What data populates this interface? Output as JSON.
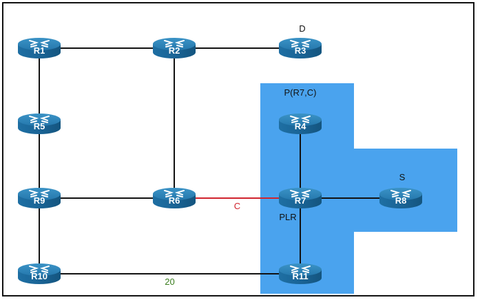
{
  "diagram": {
    "type": "network-topology",
    "region": {
      "name": "P-space of R7 w.r.t. link C",
      "label": "P(R7,C)",
      "color": "#4aa3ee"
    },
    "colors": {
      "link": "#111111",
      "protected_link": "#d0222c",
      "metric_label": "#3a7d1e",
      "router_top": "#2b83b8",
      "router_side": "#1a5f8e"
    },
    "routers": [
      {
        "id": "R1",
        "label": "R1"
      },
      {
        "id": "R2",
        "label": "R2"
      },
      {
        "id": "R3",
        "label": "R3"
      },
      {
        "id": "R4",
        "label": "R4"
      },
      {
        "id": "R5",
        "label": "R5"
      },
      {
        "id": "R6",
        "label": "R6"
      },
      {
        "id": "R7",
        "label": "R7"
      },
      {
        "id": "R8",
        "label": "R8"
      },
      {
        "id": "R9",
        "label": "R9"
      },
      {
        "id": "R10",
        "label": "R10"
      },
      {
        "id": "R11",
        "label": "R11"
      }
    ],
    "links": [
      {
        "from": "R1",
        "to": "R2"
      },
      {
        "from": "R2",
        "to": "R3"
      },
      {
        "from": "R1",
        "to": "R5"
      },
      {
        "from": "R5",
        "to": "R9"
      },
      {
        "from": "R2",
        "to": "R6"
      },
      {
        "from": "R9",
        "to": "R6"
      },
      {
        "from": "R9",
        "to": "R10"
      },
      {
        "from": "R6",
        "to": "R7",
        "label": "C",
        "style": "protected"
      },
      {
        "from": "R4",
        "to": "R7"
      },
      {
        "from": "R7",
        "to": "R8"
      },
      {
        "from": "R7",
        "to": "R11"
      },
      {
        "from": "R10",
        "to": "R11",
        "label": "20",
        "style": "metric"
      }
    ],
    "annotations": [
      {
        "node": "R3",
        "text": "D"
      },
      {
        "node": "R8",
        "text": "S"
      },
      {
        "node": "R7",
        "text": "PLR"
      }
    ]
  }
}
